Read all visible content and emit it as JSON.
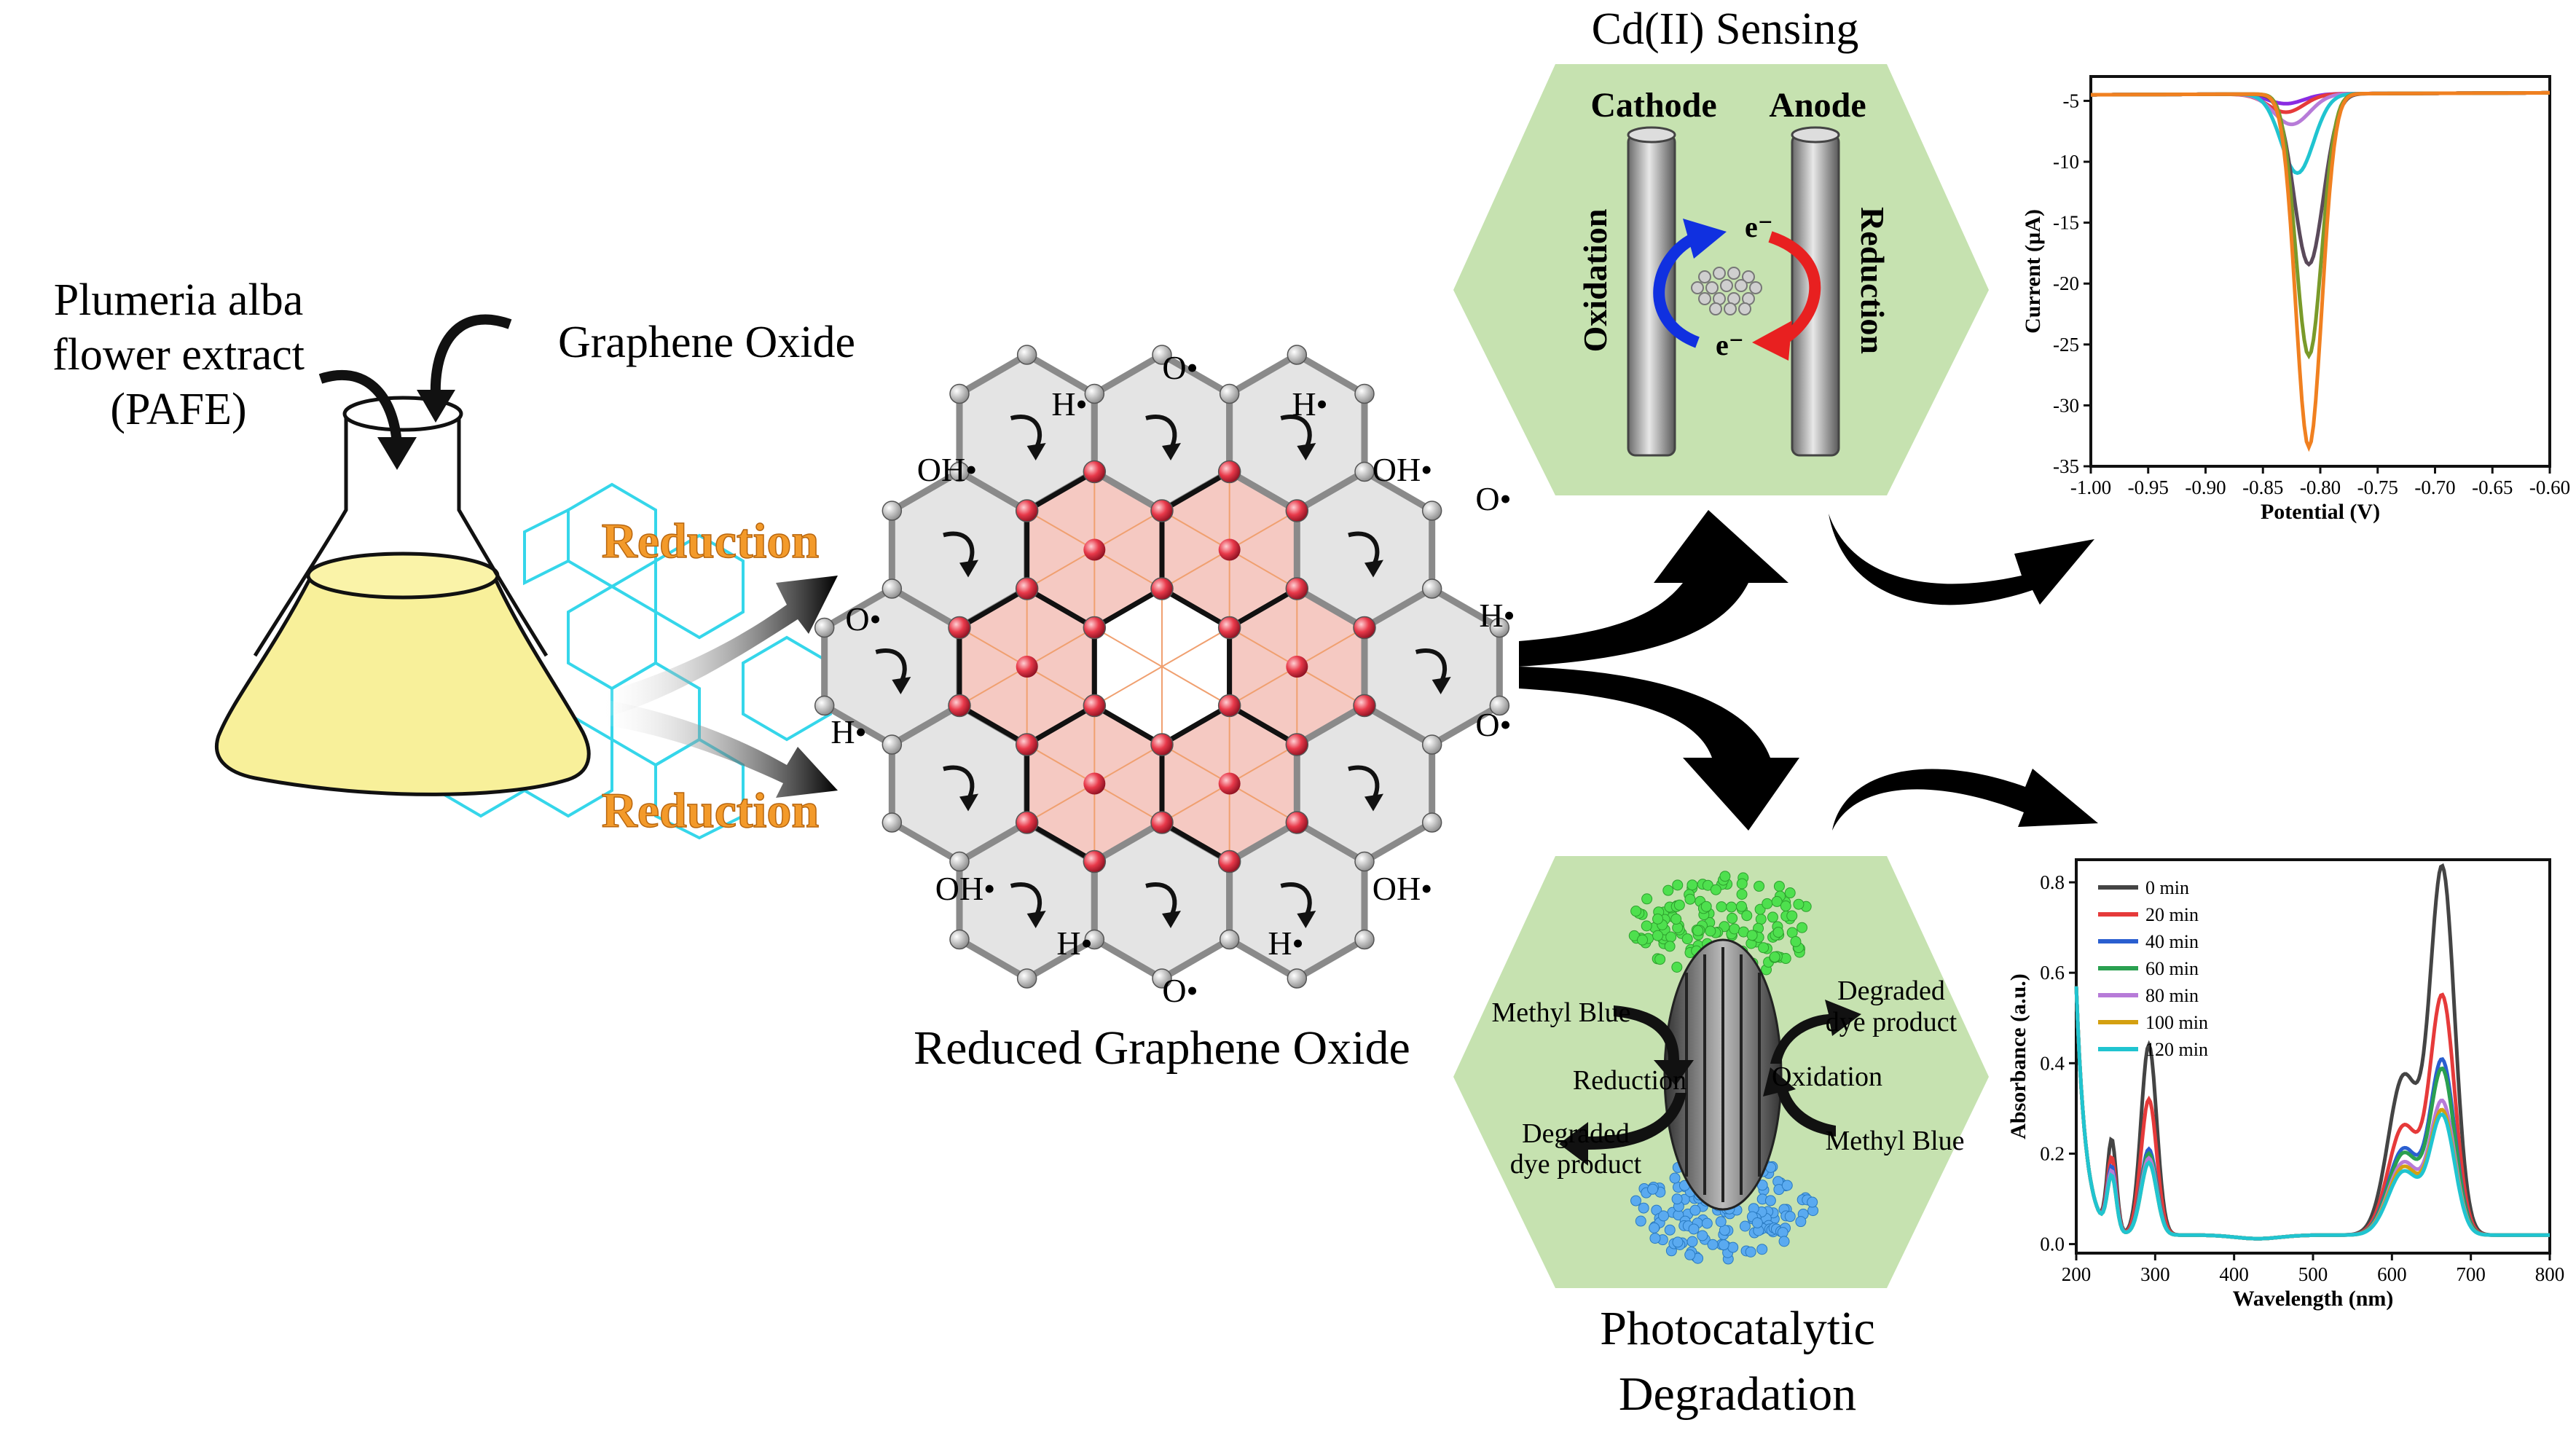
{
  "left": {
    "extract_label": [
      "Plumeria alba",
      "flower extract",
      "(PAFE)"
    ],
    "graphene_oxide_label": "Graphene Oxide",
    "reduction_labels": [
      "Reduction",
      "Reduction"
    ]
  },
  "rgo": {
    "title": "Reduced Graphene Oxide",
    "radical_labels": [
      "O•",
      "H•",
      "H•",
      "OH•",
      "OH•",
      "O•",
      "O•",
      "H•",
      "H•",
      "O•",
      "OH•",
      "OH•",
      "H•",
      "H•",
      "O•"
    ]
  },
  "sensing": {
    "title": "Cd(II) Sensing",
    "cathode": "Cathode",
    "anode": "Anode",
    "oxidation": "Oxidation",
    "reduction": "Reduction",
    "electron_top": "e⁻",
    "electron_bottom": "e⁻"
  },
  "photo": {
    "title_lines": [
      "Photocatalytic",
      "Degradation"
    ],
    "methyl_blue_left": "Methyl Blue",
    "methyl_blue_right": "Methyl Blue",
    "reduction": "Reduction",
    "oxidation": "Oxidation",
    "degraded_left": [
      "Degraded",
      "dye product"
    ],
    "degraded_right": [
      "Degraded",
      "dye product"
    ]
  },
  "colors": {
    "hexagon_fill": "#c6e2b0",
    "flask_liquid": "#f8f09a",
    "reduction_text": "#f39a2a",
    "cyan_lattice": "#35d6ea",
    "red_atom": "#e8394a",
    "pink_ring": "#f5c9c2"
  },
  "chart_data": [
    {
      "type": "line",
      "xlabel": "Potential (V)",
      "ylabel": "Current (µA)",
      "xlim": [
        -1.0,
        -0.6
      ],
      "ylim": [
        -35,
        -3
      ],
      "xticks": [
        "-1.00",
        "-0.95",
        "-0.90",
        "-0.85",
        "-0.80",
        "-0.75",
        "-0.70",
        "-0.65",
        "-0.60"
      ],
      "yticks": [
        "-5",
        "-10",
        "-15",
        "-20",
        "-25",
        "-30",
        "-35"
      ],
      "series": [
        {
          "color": "#8a2be2",
          "peak_x": -0.83,
          "peak_y": -5.3,
          "baseline": -4.5,
          "width": 0.022
        },
        {
          "color": "#e63a3a",
          "peak_x": -0.83,
          "peak_y": -6.0,
          "baseline": -4.5,
          "width": 0.022
        },
        {
          "color": "#b77bd8",
          "peak_x": -0.825,
          "peak_y": -7.0,
          "baseline": -4.5,
          "width": 0.022
        },
        {
          "color": "#20c4d0",
          "peak_x": -0.82,
          "peak_y": -11.0,
          "baseline": -4.5,
          "width": 0.02
        },
        {
          "color": "#5a4a5a",
          "peak_x": -0.81,
          "peak_y": -18.5,
          "baseline": -4.5,
          "width": 0.018
        },
        {
          "color": "#7a9a2a",
          "peak_x": -0.81,
          "peak_y": -26.0,
          "baseline": -4.5,
          "width": 0.016
        },
        {
          "color": "#f08020",
          "peak_x": -0.81,
          "peak_y": -33.5,
          "baseline": -4.5,
          "width": 0.016
        }
      ]
    },
    {
      "type": "line",
      "xlabel": "Wavelength (nm)",
      "ylabel": "Absorbance (a.u.)",
      "xlim": [
        200,
        800
      ],
      "ylim": [
        -0.02,
        0.85
      ],
      "xticks": [
        "200",
        "300",
        "400",
        "500",
        "600",
        "700",
        "800"
      ],
      "yticks": [
        "0.0",
        "0.2",
        "0.4",
        "0.6",
        "0.8"
      ],
      "legend_position": "top-left",
      "series": [
        {
          "name": "0 min",
          "color": "#444444",
          "peak1": 0.8,
          "peak2": 0.42,
          "peak3": 0.2,
          "shoulder": 0.35
        },
        {
          "name": "20 min",
          "color": "#e63a3a",
          "peak1": 0.52,
          "peak2": 0.3,
          "peak3": 0.16,
          "shoulder": 0.24
        },
        {
          "name": "40 min",
          "color": "#2a5fd0",
          "peak1": 0.38,
          "peak2": 0.19,
          "peak3": 0.14,
          "shoulder": 0.19
        },
        {
          "name": "60 min",
          "color": "#2aa050",
          "peak1": 0.36,
          "peak2": 0.18,
          "peak3": 0.13,
          "shoulder": 0.18
        },
        {
          "name": "80 min",
          "color": "#b77bd8",
          "peak1": 0.29,
          "peak2": 0.17,
          "peak3": 0.13,
          "shoulder": 0.16
        },
        {
          "name": "100 min",
          "color": "#d4a010",
          "peak1": 0.27,
          "peak2": 0.16,
          "peak3": 0.12,
          "shoulder": 0.15
        },
        {
          "name": "120 min",
          "color": "#20c4d0",
          "peak1": 0.26,
          "peak2": 0.16,
          "peak3": 0.12,
          "shoulder": 0.14
        }
      ]
    }
  ]
}
